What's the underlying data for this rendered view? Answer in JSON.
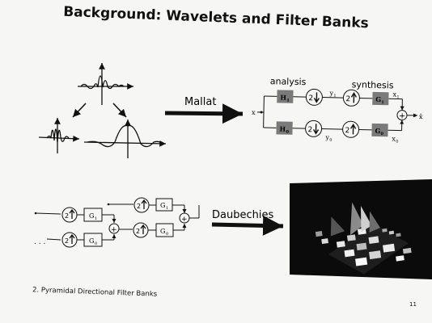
{
  "slide": {
    "title": "Background: Wavelets and Filter Banks",
    "footer": "2. Pyramidal Directional Filter Banks",
    "page_number": "11"
  },
  "diagram": {
    "mallat_label": "Mallat",
    "daubechies_label": "Daubechies",
    "analysis_label": "analysis",
    "synthesis_label": "synthesis",
    "input_label": "x",
    "output_label": "x̂",
    "h1": "H",
    "h1_sub": "1",
    "h0": "H",
    "h0_sub": "0",
    "g1": "G",
    "g1_sub": "1",
    "g0": "G",
    "g0_sub": "0",
    "y1": "y",
    "y1_sub": "1",
    "y0": "y",
    "y0_sub": "0",
    "x1": "x",
    "x1_sub": "1",
    "x0": "x",
    "x0_sub": "0",
    "down2": "2",
    "up2": "2",
    "plus": "+",
    "dots": ". . ."
  },
  "colors": {
    "analysis_box": "#7a7a7a",
    "synthesis_box": "#7a7a7a",
    "image_bg": "#0b0b0b"
  }
}
